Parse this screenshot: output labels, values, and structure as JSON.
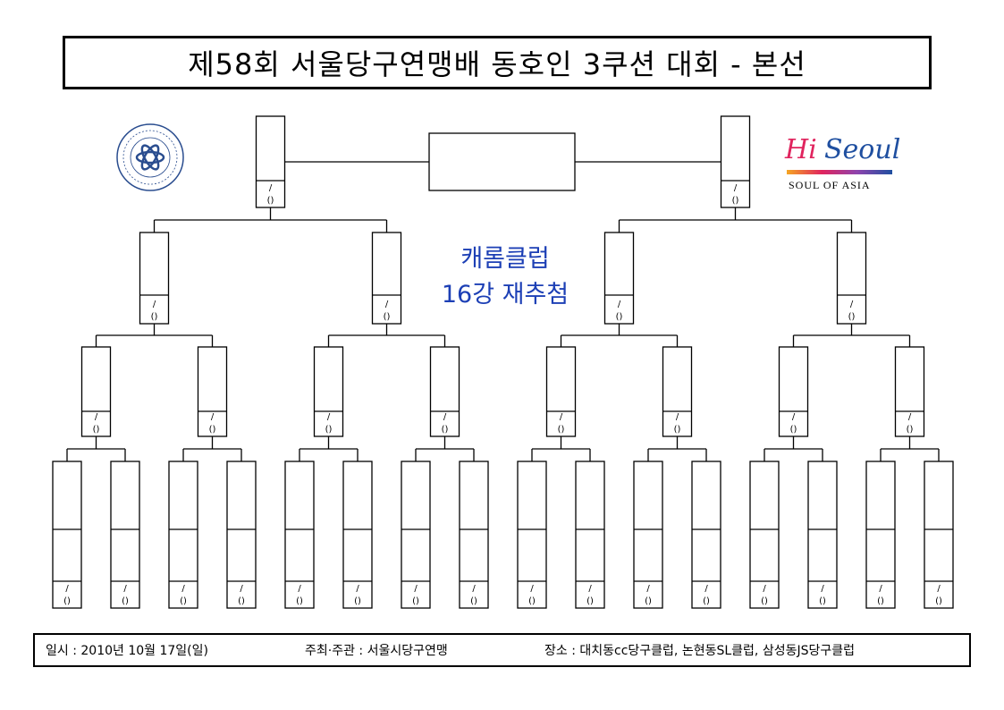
{
  "title": "제58회 서울당구연맹배 동호인 3쿠션 대회 - 본선",
  "notice": {
    "line1": "캐롬클럽",
    "line2": "16강 재추첨"
  },
  "slot_label": {
    "top": "/",
    "bottom": "()"
  },
  "logos": {
    "left": "seal-logo",
    "right_hi": "Hi",
    "right_seoul": "Seoul",
    "right_sub": "SOUL OF ASIA"
  },
  "footer": {
    "date": "일시 : 2010년 10월 17일(일)",
    "host": "주최·주관 : 서울시당구연맹",
    "venue": "장소 : 대치동cc당구클럽, 논현동SL클럽, 삼성동JS당구클럽"
  },
  "colors": {
    "notice": "#1c3fb5",
    "hi": "#e0245e",
    "seoul": "#1f4fa0"
  }
}
